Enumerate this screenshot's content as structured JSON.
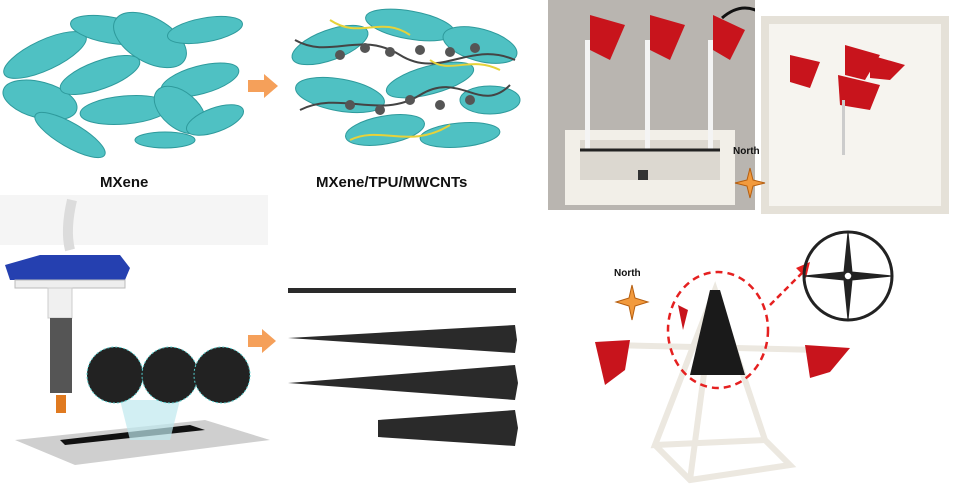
{
  "labels": {
    "mxene": "MXene",
    "composite": "MXene/TPU/MWCNTs",
    "north_top": "North",
    "north_bottom": "North"
  },
  "colors": {
    "mxene_teal": "#4fc1c3",
    "arrow_orange": "#f5a05a",
    "flag_red": "#c8141c",
    "printer_blue": "#2540b0",
    "fiber_black": "#2a2a2a"
  }
}
